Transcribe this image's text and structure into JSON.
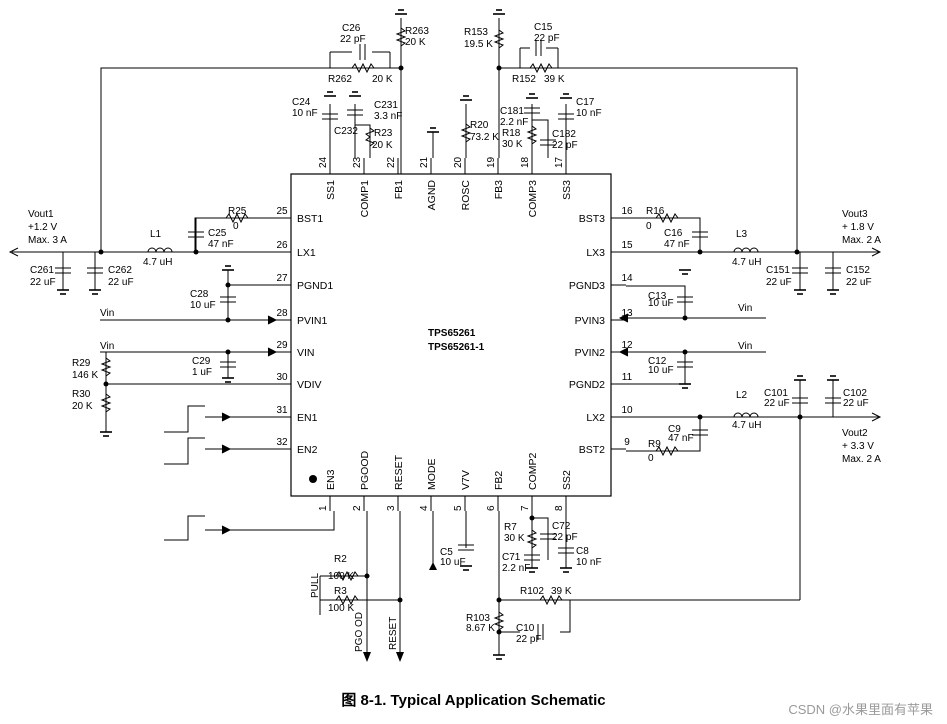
{
  "ic": {
    "part": "TPS65261",
    "part_alt": "TPS65261-1"
  },
  "caption": "图 8-1. Typical Application Schematic",
  "watermark": "CSDN @水果里面有苹果",
  "pins": {
    "left": [
      {
        "num": "25",
        "name": "BST1"
      },
      {
        "num": "26",
        "name": "LX1"
      },
      {
        "num": "27",
        "name": "PGND1"
      },
      {
        "num": "28",
        "name": "PVIN1"
      },
      {
        "num": "29",
        "name": "VIN"
      },
      {
        "num": "30",
        "name": "VDIV"
      },
      {
        "num": "31",
        "name": "EN1"
      },
      {
        "num": "32",
        "name": "EN2"
      }
    ],
    "right": [
      {
        "num": "16",
        "name": "BST3"
      },
      {
        "num": "15",
        "name": "LX3"
      },
      {
        "num": "14",
        "name": "PGND3"
      },
      {
        "num": "13",
        "name": "PVIN3"
      },
      {
        "num": "12",
        "name": "PVIN2"
      },
      {
        "num": "11",
        "name": "PGND2"
      },
      {
        "num": "10",
        "name": "LX2"
      },
      {
        "num": "9",
        "name": "BST2"
      }
    ],
    "top": [
      {
        "num": "24",
        "name": "SS1"
      },
      {
        "num": "23",
        "name": "COMP1"
      },
      {
        "num": "22",
        "name": "FB1"
      },
      {
        "num": "21",
        "name": "AGND"
      },
      {
        "num": "20",
        "name": "ROSC"
      },
      {
        "num": "19",
        "name": "FB3"
      },
      {
        "num": "18",
        "name": "COMP3"
      },
      {
        "num": "17",
        "name": "SS3"
      }
    ],
    "bottom": [
      {
        "num": "1",
        "name": "EN3"
      },
      {
        "num": "2",
        "name": "PGOOD"
      },
      {
        "num": "3",
        "name": "RESET"
      },
      {
        "num": "4",
        "name": "MODE"
      },
      {
        "num": "5",
        "name": "V7V"
      },
      {
        "num": "6",
        "name": "FB2"
      },
      {
        "num": "7",
        "name": "COMP2"
      },
      {
        "num": "8",
        "name": "SS2"
      }
    ]
  },
  "outputs": {
    "vout1": {
      "name": "Vout1",
      "voltage": "+1.2  V",
      "current": "Max. 3  A"
    },
    "vout2": {
      "name": "Vout2",
      "voltage": "+ 3.3  V",
      "current": "Max. 2  A"
    },
    "vout3": {
      "name": "Vout3",
      "voltage": "+ 1.8  V",
      "current": "Max. 2  A"
    }
  },
  "nets": {
    "vin": "Vin",
    "pull": "PULL",
    "pgood": "PGO OD",
    "reset": "RESET"
  },
  "components": [
    {
      "id": "R263",
      "ref": "R263",
      "value": "20 K"
    },
    {
      "id": "C26",
      "ref": "C26",
      "value": "22 pF"
    },
    {
      "id": "R262",
      "ref": "R262",
      "value": "20 K"
    },
    {
      "id": "C24",
      "ref": "C24",
      "value": "10 nF"
    },
    {
      "id": "C231",
      "ref": "C231",
      "value": "3.3 nF"
    },
    {
      "id": "C232",
      "ref": "C232",
      "value": ""
    },
    {
      "id": "R23",
      "ref": "R23",
      "value": "20 K"
    },
    {
      "id": "R20",
      "ref": "R20",
      "value": "73.2 K"
    },
    {
      "id": "R153",
      "ref": "R153",
      "value": "19.5 K"
    },
    {
      "id": "C15",
      "ref": "C15",
      "value": "22 pF"
    },
    {
      "id": "R152",
      "ref": "R152",
      "value": "39 K"
    },
    {
      "id": "C181",
      "ref": "C181",
      "value": "2.2 nF"
    },
    {
      "id": "R18",
      "ref": "R18",
      "value": "30 K"
    },
    {
      "id": "C182",
      "ref": "C182",
      "value": "22 pF"
    },
    {
      "id": "C17",
      "ref": "C17",
      "value": "10 nF"
    },
    {
      "id": "R25",
      "ref": "R25",
      "value": "0"
    },
    {
      "id": "C25",
      "ref": "C25",
      "value": "47 nF"
    },
    {
      "id": "L1",
      "ref": "L1",
      "value": "4.7 uH"
    },
    {
      "id": "C261",
      "ref": "C261",
      "value": "22 uF"
    },
    {
      "id": "C262",
      "ref": "C262",
      "value": "22 uF"
    },
    {
      "id": "C28",
      "ref": "C28",
      "value": "10  uF"
    },
    {
      "id": "R29",
      "ref": "R29",
      "value": "146 K"
    },
    {
      "id": "R30",
      "ref": "R30",
      "value": "20 K"
    },
    {
      "id": "C29",
      "ref": "C29",
      "value": "1 uF"
    },
    {
      "id": "R16",
      "ref": "R16",
      "value": "0"
    },
    {
      "id": "C16",
      "ref": "C16",
      "value": "47 nF"
    },
    {
      "id": "L3",
      "ref": "L3",
      "value": "4.7 uH"
    },
    {
      "id": "C151",
      "ref": "C151",
      "value": "22 uF"
    },
    {
      "id": "C152",
      "ref": "C152",
      "value": "22 uF"
    },
    {
      "id": "C13",
      "ref": "C13",
      "value": "10  uF"
    },
    {
      "id": "C12",
      "ref": "C12",
      "value": "10  uF"
    },
    {
      "id": "L2",
      "ref": "L2",
      "value": "4.7 uH"
    },
    {
      "id": "C101",
      "ref": "C101",
      "value": "22 uF"
    },
    {
      "id": "C102",
      "ref": "C102",
      "value": "22 uF"
    },
    {
      "id": "C9",
      "ref": "C9",
      "value": "47 nF"
    },
    {
      "id": "R9",
      "ref": "R9",
      "value": "0"
    },
    {
      "id": "R7",
      "ref": "R7",
      "value": "30 K"
    },
    {
      "id": "C72",
      "ref": "C72",
      "value": "22 pF"
    },
    {
      "id": "C71",
      "ref": "C71",
      "value": "2.2 nF"
    },
    {
      "id": "C8",
      "ref": "C8",
      "value": "10 nF"
    },
    {
      "id": "C5",
      "ref": "C5",
      "value": "10  uF"
    },
    {
      "id": "R2",
      "ref": "R2",
      "value": "100 K"
    },
    {
      "id": "R3",
      "ref": "R3",
      "value": "100 K"
    },
    {
      "id": "R102",
      "ref": "R102",
      "value": "39 K"
    },
    {
      "id": "R103",
      "ref": "R103",
      "value": "8.67 K"
    },
    {
      "id": "C10",
      "ref": "C10",
      "value": "22 pF"
    }
  ]
}
